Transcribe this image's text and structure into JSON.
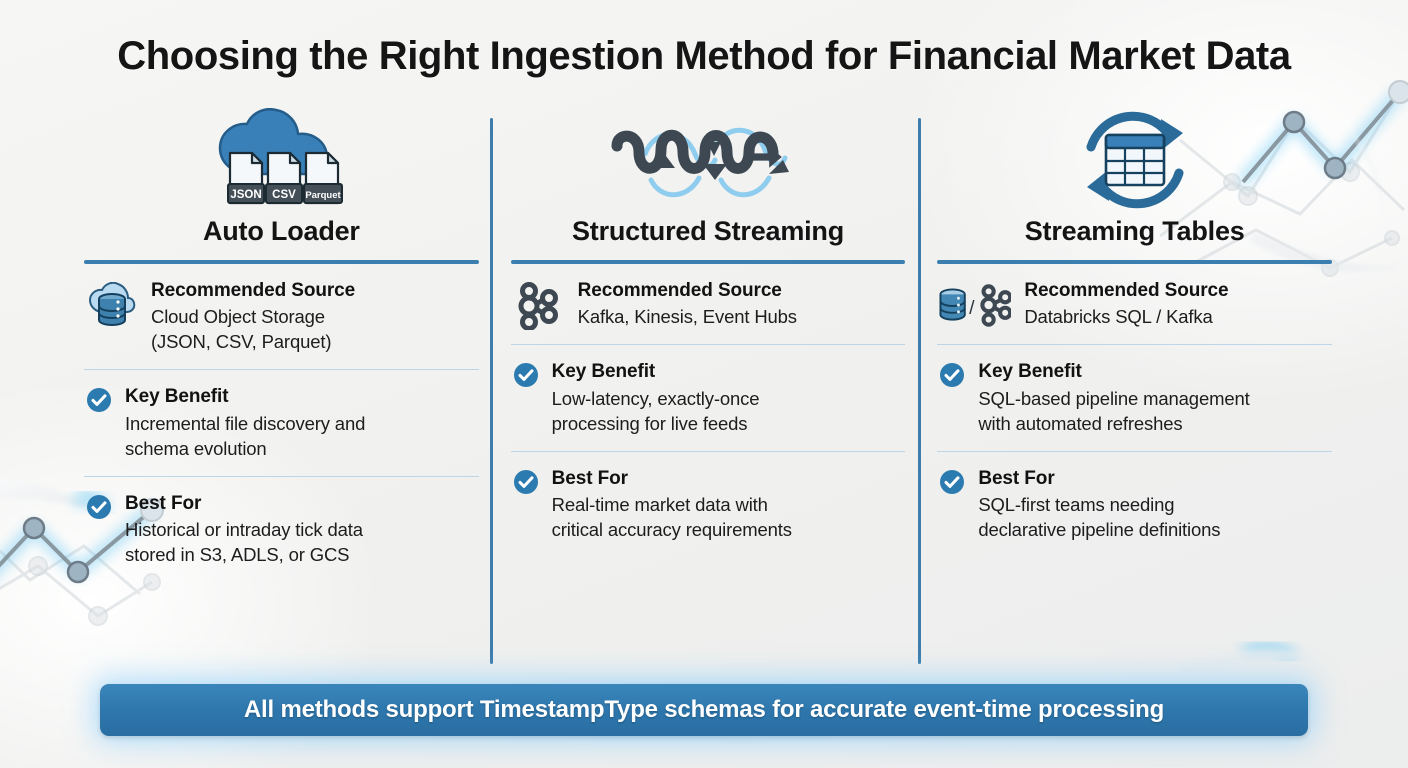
{
  "title": "Choosing the Right Ingestion Method for Financial Market Data",
  "theme": {
    "accent_blue": "#2e74a8",
    "rule_blue": "#3a7fb0",
    "check_blue": "#2b7bb0",
    "soft_rule": "#bcd6e8",
    "banner_blue": "#2d76ac",
    "slate": "#3d4852",
    "background": "#f2f2f0"
  },
  "labels": {
    "recommended_source": "Recommended Source",
    "key_benefit": "Key Benefit",
    "best_for": "Best For"
  },
  "columns": [
    {
      "heading": "Auto Loader",
      "header_icon": "cloud-files-icon",
      "header_icon_files": [
        "JSON",
        "CSV",
        "Parquet"
      ],
      "source_icon": "cloud-database-icon",
      "source_value": "Cloud Object Storage (JSON, CSV, Parquet)",
      "source_value_lines": [
        "Cloud Object Storage",
        "(JSON, CSV, Parquet)"
      ],
      "benefit_value": "Incremental file discovery and schema evolution",
      "benefit_value_lines": [
        "Incremental file discovery and",
        "schema evolution"
      ],
      "bestfor_value": "Historical or intraday tick data stored in S3, ADLS, or GCS",
      "bestfor_value_lines": [
        "Historical or intraday tick data",
        "stored in S3, ADLS, or GCS"
      ]
    },
    {
      "heading": "Structured Streaming",
      "header_icon": "streaming-wave-arrows-icon",
      "header_icon_files": [],
      "source_icon": "kafka-nodes-icon",
      "source_value": "Kafka, Kinesis, Event Hubs",
      "source_value_lines": [
        "Kafka, Kinesis, Event Hubs"
      ],
      "benefit_value": "Low-latency, exactly-once processing for live feeds",
      "benefit_value_lines": [
        "Low-latency, exactly-once",
        "processing for live feeds"
      ],
      "bestfor_value": "Real-time market data with critical accuracy requirements",
      "bestfor_value_lines": [
        "Real-time market data with",
        "critical accuracy requirements"
      ]
    },
    {
      "heading": "Streaming Tables",
      "header_icon": "table-refresh-icon",
      "header_icon_files": [],
      "source_icon": "database-slash-kafka-icon",
      "source_value": "Databricks SQL / Kafka",
      "source_value_lines": [
        "Databricks SQL / Kafka"
      ],
      "benefit_value": "SQL-based pipeline management with automated refreshes",
      "benefit_value_lines": [
        "SQL-based pipeline management",
        "with automated refreshes"
      ],
      "bestfor_value": "SQL-first teams needing declarative pipeline definitions",
      "bestfor_value_lines": [
        "SQL-first teams needing",
        "declarative pipeline definitions"
      ]
    }
  ],
  "footer": {
    "text": "All methods support TimestampType schemas for accurate event-time processing"
  }
}
